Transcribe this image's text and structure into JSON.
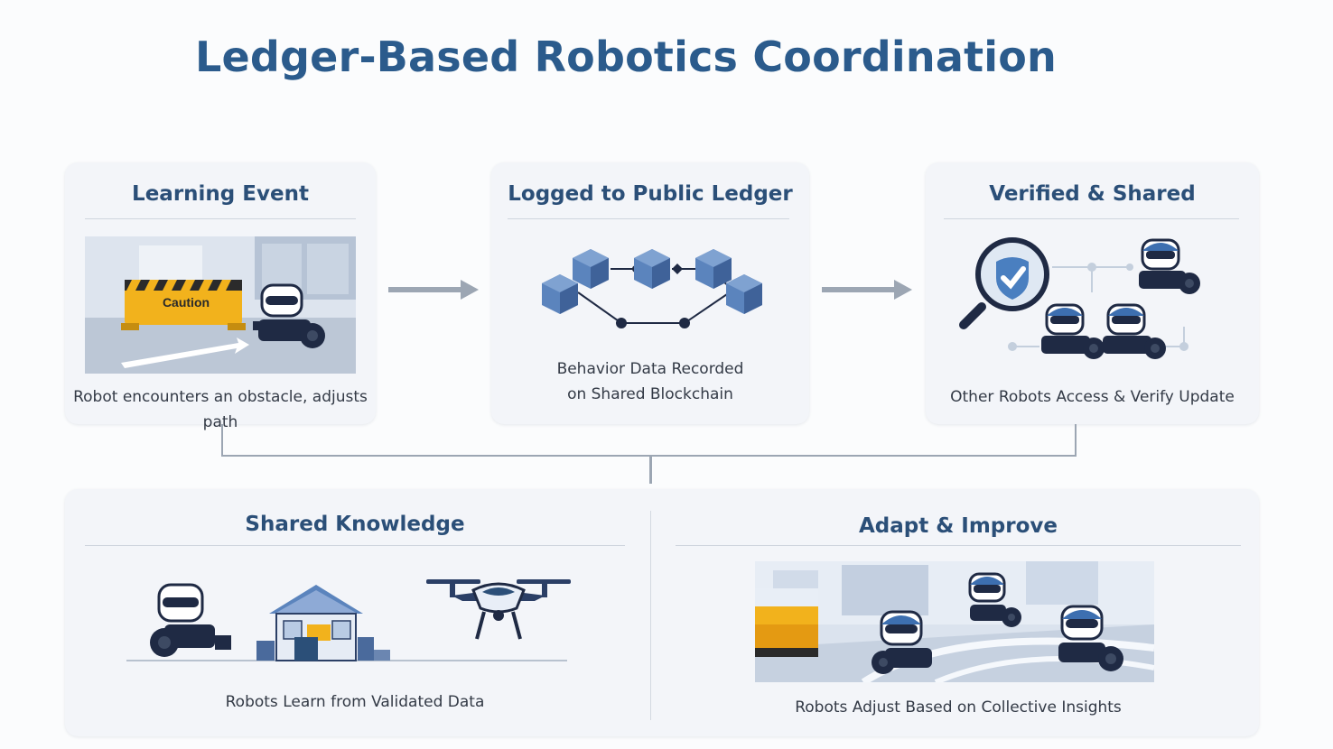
{
  "title": "Ledger-Based Robotics Coordination",
  "cards": {
    "learning_event": {
      "title": "Learning Event",
      "sign_text": "Caution",
      "caption": "Robot encounters an obstacle, adjusts path"
    },
    "logged": {
      "title": "Logged to Public Ledger",
      "caption_line1": "Behavior Data Recorded",
      "caption_line2": "on Shared Blockchain"
    },
    "verified": {
      "title": "Verified & Shared",
      "caption": "Other Robots Access & Verify Update"
    },
    "shared_knowledge": {
      "title": "Shared Knowledge",
      "caption": "Robots Learn from Validated Data"
    },
    "adapt": {
      "title": "Adapt & Improve",
      "caption": "Robots Adjust Based on Collective Insights"
    }
  },
  "colors": {
    "title": "#2b5b8c",
    "card_title": "#2b4f78",
    "robot_navy": "#1f2a44",
    "robot_blue": "#3d6fb0",
    "caution_yellow": "#f2b21c",
    "cube_blue": "#4a72ad",
    "arrow_gray": "#9ca6b3"
  },
  "icons": [
    "caution-barrier-icon",
    "robot-icon",
    "blockchain-cubes-icon",
    "magnifier-check-icon",
    "warehouse-icon",
    "drone-icon"
  ]
}
